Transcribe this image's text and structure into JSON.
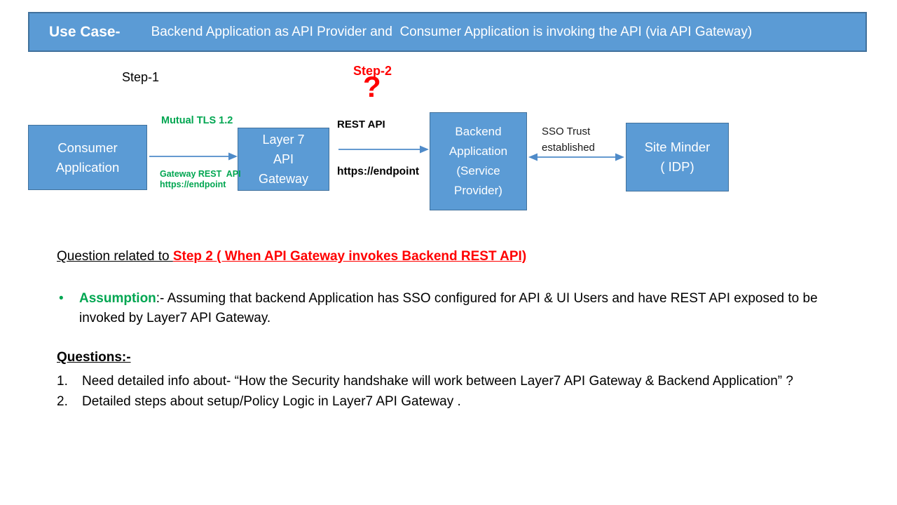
{
  "colors": {
    "box_blue": "#5B9BD5",
    "box_border": "#41719C",
    "arrow_blue": "#4F8BC9",
    "green": "#00A651",
    "red": "#FF0000"
  },
  "banner": {
    "label": "Use Case-",
    "title": "Backend Application as API Provider and  Consumer Application is invoking the API (via API Gateway)"
  },
  "diagram": {
    "step1": "Step-1",
    "step2": "Step-2",
    "question_mark": "?",
    "nodes": {
      "consumer": "Consumer\nApplication",
      "gateway": "Layer 7\nAPI\nGateway",
      "backend": "Backend\nApplication\n(Service\nProvider)",
      "idp": "Site Minder\n( IDP)"
    },
    "labels": {
      "mutual_tls": "Mutual TLS 1.2",
      "gateway_rest": "Gateway REST  API\nhttps://endpoint",
      "rest_api": "REST API",
      "endpoint": "https://endpoint",
      "sso": "SSO Trust\nestablished"
    }
  },
  "question_heading": {
    "prefix": "Question related to ",
    "highlight": "Step 2 ( When API Gateway invokes Backend REST API)"
  },
  "assumption": {
    "bullet_glyph": "•",
    "label": "Assumption",
    "text": ":- Assuming that backend Application has SSO configured for API & UI Users and have REST API exposed to be invoked by Layer7 API Gateway."
  },
  "questions": {
    "heading": "Questions:-",
    "items": [
      {
        "num": "1.",
        "text": "Need detailed info about- “How the Security handshake will work between Layer7 API Gateway & Backend Application” ?"
      },
      {
        "num": "2.",
        "text": "Detailed steps about setup/Policy Logic in Layer7 API Gateway ."
      }
    ]
  }
}
